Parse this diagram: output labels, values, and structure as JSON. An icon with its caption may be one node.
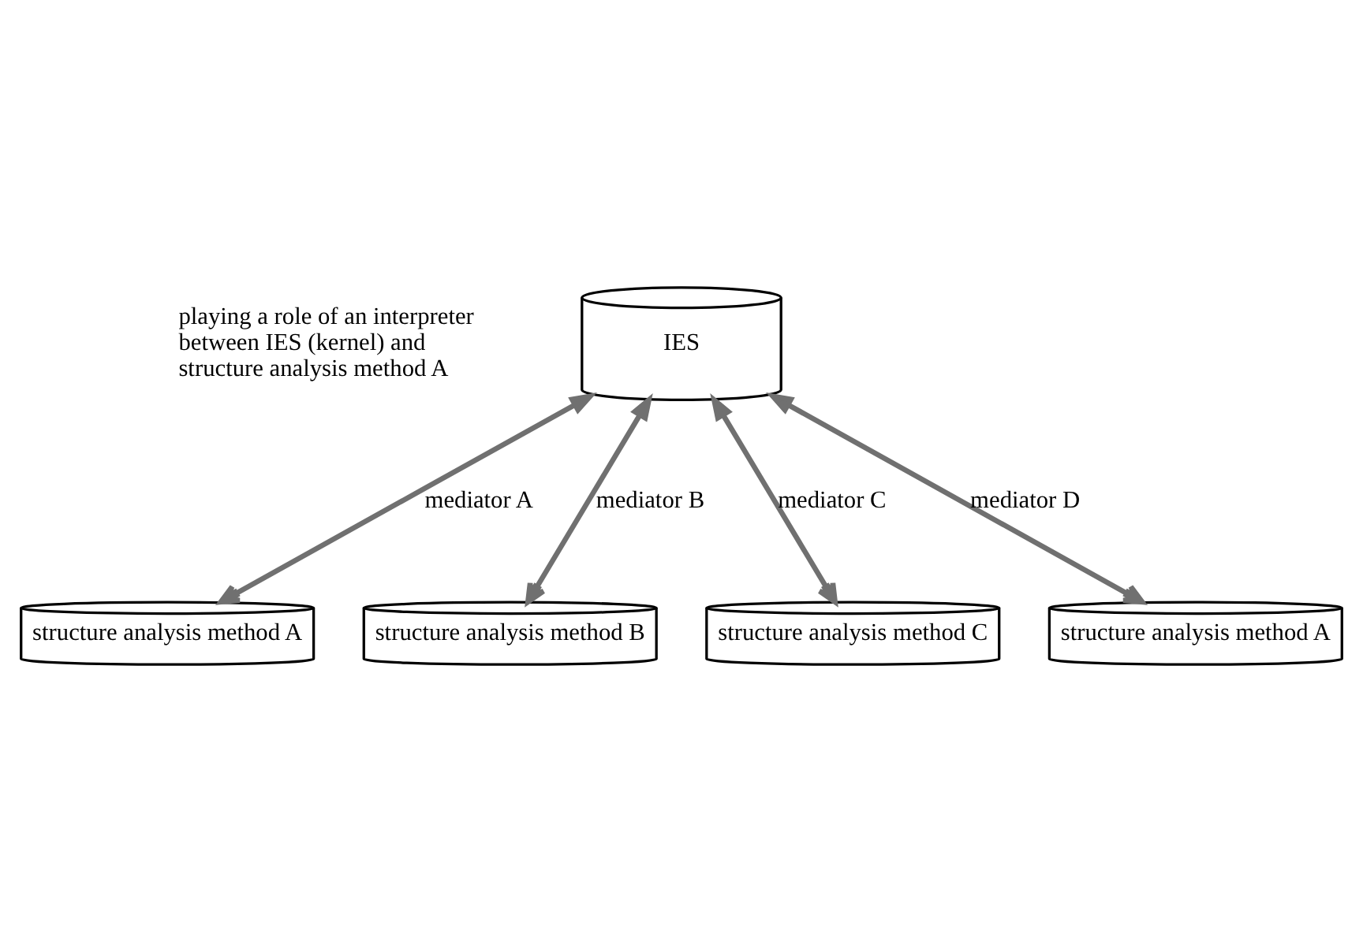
{
  "diagram": {
    "nodes": [
      {
        "text": [
          "IES"
        ]
      },
      {
        "text": [
          "structure analysis method A"
        ]
      },
      {
        "text": [
          "structure analysis method B"
        ]
      },
      {
        "text": [
          "structure analysis method C"
        ]
      },
      {
        "text": [
          "structure analysis method A"
        ]
      }
    ],
    "edges": [
      {
        "from": 0,
        "to": 1,
        "arrow": "both",
        "label": "mediator A"
      },
      {
        "from": 0,
        "to": 2,
        "arrow": "both",
        "label": "mediator B"
      },
      {
        "from": 0,
        "to": 3,
        "arrow": "both",
        "label": "mediator C"
      },
      {
        "from": 0,
        "to": 4,
        "arrow": "both",
        "label": "mediator D"
      }
    ],
    "labels": [
      "playing a role of an interpreter between IES (kernel) and structure analysis method A"
    ]
  }
}
